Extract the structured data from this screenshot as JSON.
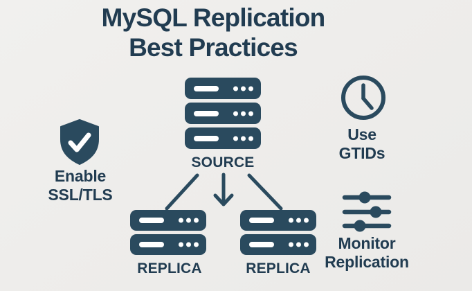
{
  "colors": {
    "background": "#eeedeb",
    "ink": "#2a4a5e",
    "title_ink": "#213c51",
    "server_detail": "#ffffff"
  },
  "title": {
    "line1": "MySQL Replication",
    "line2": "Best Practices"
  },
  "topology": {
    "source_label": "SOURCE",
    "replica_left_label": "REPLICA",
    "replica_right_label": "REPLICA"
  },
  "practices": {
    "ssl": {
      "icon": "shield-check-icon",
      "line1": "Enable",
      "line2": "SSL/TLS"
    },
    "gtids": {
      "icon": "clock-icon",
      "line1": "Use",
      "line2": "GTIDs"
    },
    "monitor": {
      "icon": "sliders-icon",
      "line1": "Monitor",
      "line2": "Replication"
    }
  }
}
